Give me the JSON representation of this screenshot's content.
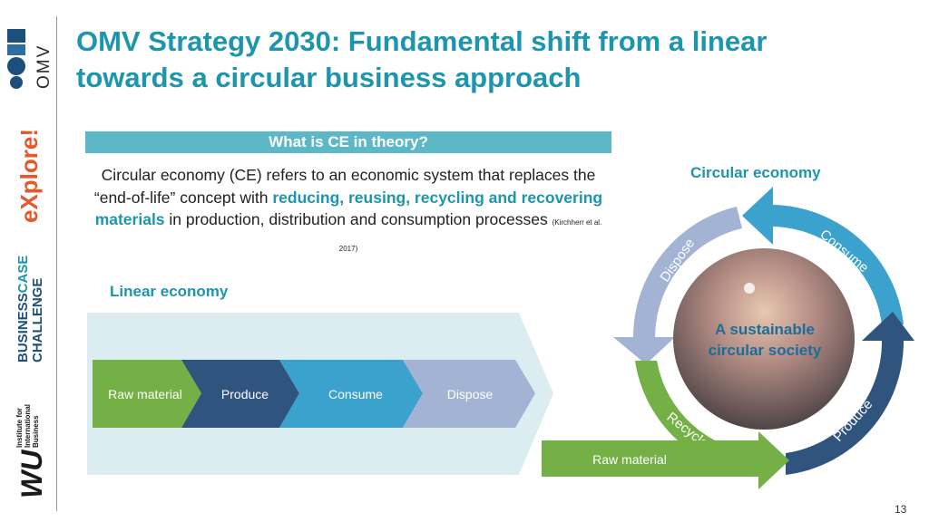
{
  "slide": {
    "title_line1": "OMV Strategy 2030: Fundamental shift from a linear",
    "title_line2": "towards a circular business approach",
    "page_number": "13"
  },
  "sidebar": {
    "omv_logo_text": "OMV",
    "explore_logo_text": "eXplore!",
    "bcc_logo_line1": "BUSINESS",
    "bcc_logo_accent": "CASE",
    "bcc_logo_line2": "CHALLENGE",
    "iib_logo_line1": "Institute for",
    "iib_logo_line2": "International",
    "iib_logo_line3": "Business",
    "wu_logo_text": "WU"
  },
  "theory": {
    "header": "What is CE in theory?",
    "text_part1": "Circular economy (CE) refers to an economic system that replaces the “end-of-life” concept with ",
    "highlight": "reducing, reusing, recycling and recovering materials",
    "text_part2": " in production, distribution and consumption processes ",
    "citation": "(Kirchherr et al. 2017)"
  },
  "linear": {
    "label": "Linear economy",
    "steps": [
      "Raw material",
      "Produce",
      "Consume",
      "Dispose"
    ]
  },
  "circular": {
    "label": "Circular economy",
    "center_line1": "A sustainable",
    "center_line2": "circular society",
    "consume": "Consume",
    "dispose": "Dispose",
    "produce": "Produce",
    "recycle": "Recycle",
    "raw_material": "Raw material"
  },
  "colors": {
    "accent": "#1c95ad",
    "raw_material": "#74b045",
    "produce": "#2f557e",
    "consume": "#3aa2cc",
    "dispose": "#a2b3d4"
  }
}
